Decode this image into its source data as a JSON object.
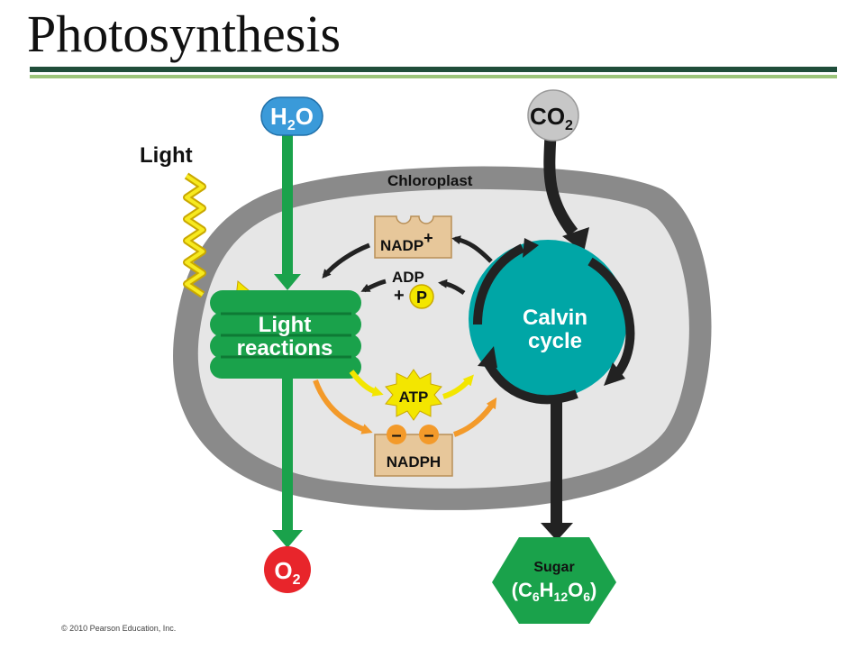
{
  "title": "Photosynthesis",
  "labels": {
    "h2o": {
      "base": "H",
      "sub1": "2",
      "rest": "O"
    },
    "co2": {
      "base": "CO",
      "sub": "2"
    },
    "o2": {
      "base": "O",
      "sub": "2"
    },
    "light": "Light",
    "chloroplast": "Chloroplast",
    "nadp": {
      "base": "NADP",
      "sup": "+"
    },
    "adp": "ADP",
    "plus": "+",
    "p": "P",
    "light_reactions": {
      "line1": "Light",
      "line2": "reactions"
    },
    "calvin": {
      "line1": "Calvin",
      "line2": "cycle"
    },
    "atp": "ATP",
    "nadph": "NADPH",
    "minus1": "–",
    "minus2": "–",
    "sugar": {
      "line1": "Sugar",
      "open": "(C",
      "s6": "6",
      "h": "H",
      "s12": "12",
      "o": "O",
      "s6b": "6",
      "close": ")"
    }
  },
  "copyright": "© 2010 Pearson Education, Inc.",
  "colors": {
    "green": "#1aa24b",
    "dark_green": "#1f4d3a",
    "teal": "#00a6a6",
    "blue": "#3a9ad9",
    "red": "#e8252b",
    "tan": "#e7c79a",
    "yellow": "#f3e600",
    "orange": "#f39a2a"
  }
}
